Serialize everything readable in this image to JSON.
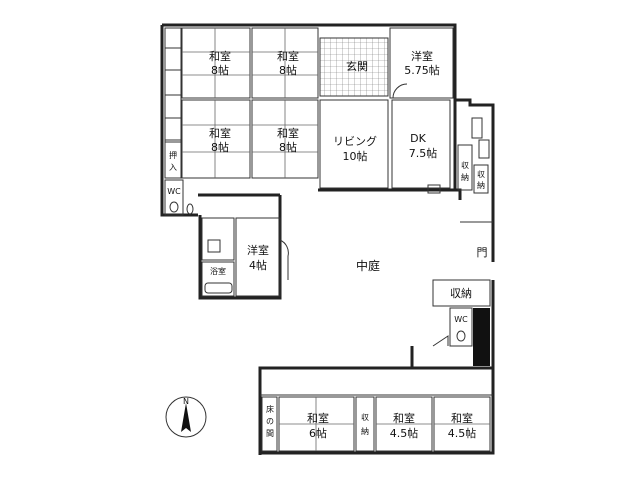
{
  "labels": {
    "washitsu_a": "和室",
    "washitsu_a_size": "8帖",
    "washitsu_b": "和室",
    "washitsu_b_size": "8帖",
    "washitsu_c": "和室",
    "washitsu_c_size": "8帖",
    "washitsu_d": "和室",
    "washitsu_d_size": "8帖",
    "genkan": "玄関",
    "youshitsu_top": "洋室",
    "youshitsu_top_size": "5.75帖",
    "living": "リビング",
    "living_size": "10帖",
    "dk": "DK",
    "dk_size": "7.5帖",
    "oshiire": "押入",
    "wc_left": "WC",
    "youshitsu_mid": "洋室",
    "youshitsu_mid_size": "4帖",
    "bathroom": "浴室",
    "courtyard": "中庭",
    "gate": "門",
    "storage_right": "収納",
    "wc_right": "WC",
    "storage_v1": "収納",
    "storage_v2": "収納",
    "storage_bottom": "収納",
    "toko_bottom": "床の間",
    "washitsu_e": "和室",
    "washitsu_e_size": "6帖",
    "washitsu_f": "和室",
    "washitsu_f_size": "4.5帖",
    "washitsu_g": "和室",
    "washitsu_g_size": "4.5帖",
    "compass_n": "N"
  }
}
